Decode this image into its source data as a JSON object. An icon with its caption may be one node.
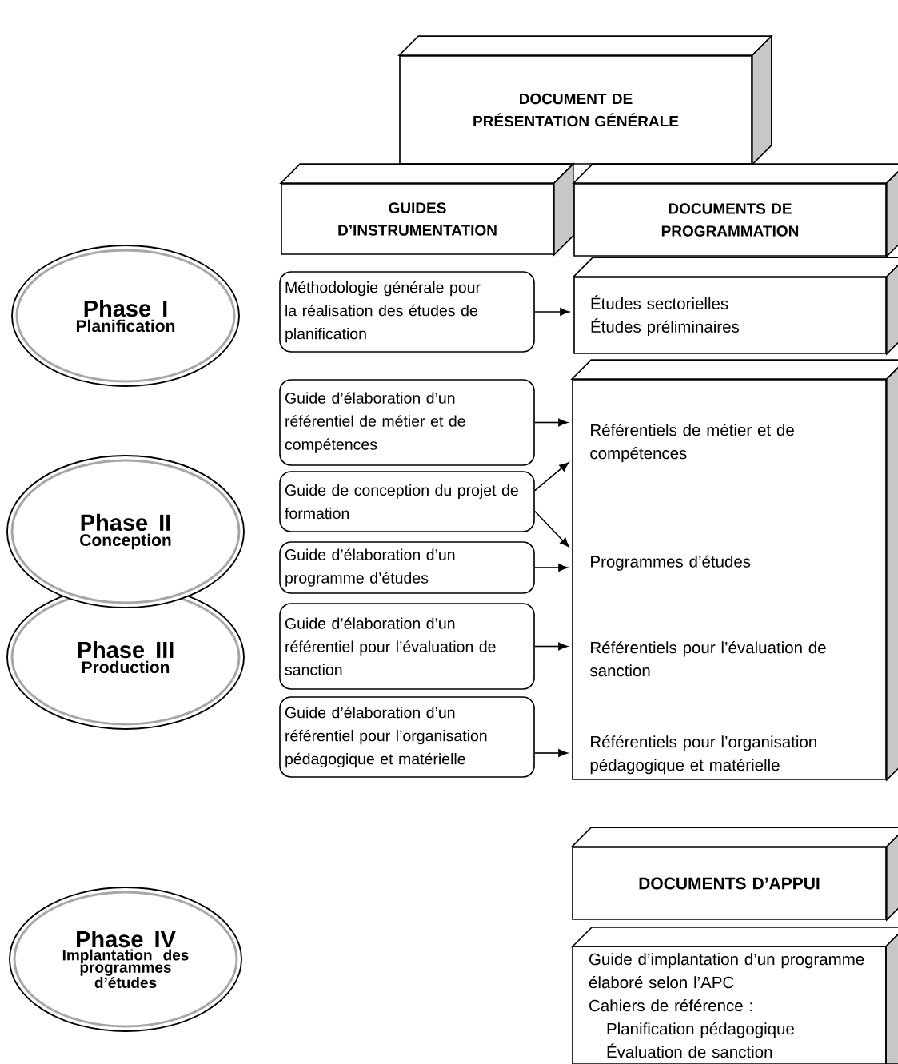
{
  "diagram": {
    "nodes": [
      {
        "text": [
          "DOCUMENT DE PRÉSENTATION GÉNÉRALE"
        ]
      },
      {
        "text": [
          "GUIDES D’INSTRUMENTATION"
        ]
      },
      {
        "text": [
          "DOCUMENTS DE PROGRAMMATION"
        ]
      },
      {
        "text": [
          "Phase I",
          "Planification"
        ]
      },
      {
        "text": [
          "Méthodologie générale pour la réalisation des études de planification"
        ]
      },
      {
        "text": [
          "Études sectorielles",
          "Études préliminaires"
        ]
      },
      {
        "text": [
          "Phase II",
          "Conception"
        ]
      },
      {
        "text": [
          "Phase III",
          "Production"
        ]
      },
      {
        "text": [
          "Guide d’élaboration d’un référentiel de métier et de compétences"
        ]
      },
      {
        "text": [
          "Guide de conception du projet de formation"
        ]
      },
      {
        "text": [
          "Guide d’élaboration d’un programme d’études"
        ]
      },
      {
        "text": [
          "Guide d’élaboration d’un référentiel pour l’évaluation de sanction"
        ]
      },
      {
        "text": [
          "Guide d’élaboration d’un référentiel pour l’organisation pédagogique et matérielle"
        ]
      },
      {
        "text": [],
        "shape": "box"
      },
      {
        "text": [
          "Référentiels de métier et de compétences"
        ],
        "in": 13
      },
      {
        "text": [
          "Programmes d’études"
        ],
        "in": 13
      },
      {
        "text": [
          "Référentiels pour l’évaluation de sanction"
        ],
        "in": 13
      },
      {
        "text": [
          "Référentiels pour l’organisation pédagogique et matérielle"
        ],
        "in": 13
      },
      {
        "text": [
          "Phase IV",
          "Implantation des programmes d’études"
        ]
      },
      {
        "text": [
          "DOCUMENTS D’APPUI"
        ]
      },
      {
        "text": [
          "Guide d’implantation d’un programme élaboré selon l’APC",
          "Cahiers de référence :",
          "Planification pédagogique",
          "Évaluation de sanction"
        ]
      }
    ],
    "edges": [
      {
        "from": 4,
        "to": 5,
        "arrow": "to"
      },
      {
        "from": 8,
        "to": 14,
        "arrow": "to"
      },
      {
        "from": 9,
        "to": 14,
        "arrow": "to"
      },
      {
        "from": 9,
        "to": 15,
        "arrow": "to"
      },
      {
        "from": 10,
        "to": 15,
        "arrow": "to"
      },
      {
        "from": 11,
        "to": 16,
        "arrow": "to"
      },
      {
        "from": 12,
        "to": 17,
        "arrow": "to"
      }
    ]
  }
}
